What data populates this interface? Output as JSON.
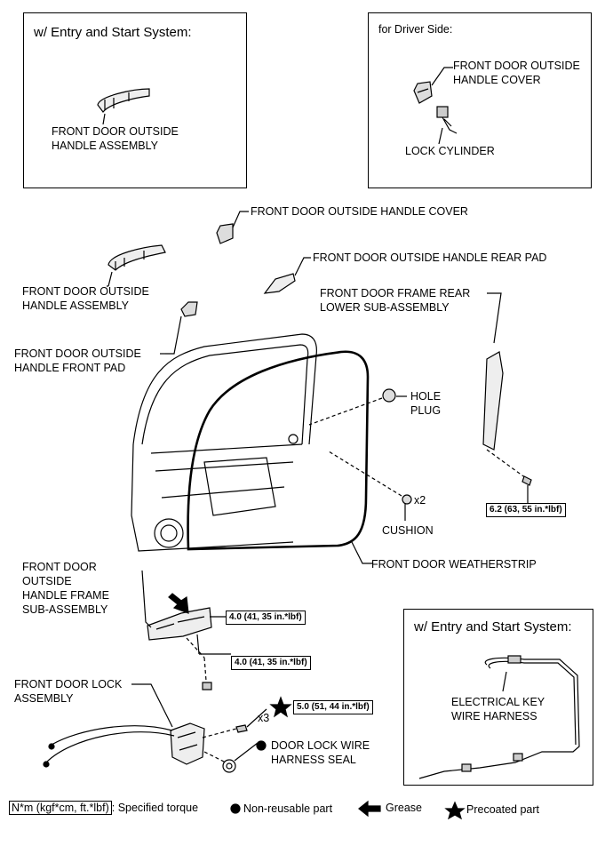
{
  "insets": {
    "entry_start_top": {
      "title": "w/ Entry and Start System:",
      "part": "FRONT DOOR OUTSIDE\nHANDLE ASSEMBLY"
    },
    "driver_side": {
      "title": "for Driver Side:",
      "cover": "FRONT DOOR OUTSIDE\nHANDLE COVER",
      "lock": "LOCK CYLINDER"
    },
    "entry_start_bottom": {
      "title": "w/ Entry and Start System:",
      "part": "ELECTRICAL KEY\nWIRE HARNESS"
    }
  },
  "labels": {
    "handle_cover": "FRONT DOOR OUTSIDE HANDLE COVER",
    "rear_pad": "FRONT DOOR OUTSIDE HANDLE REAR PAD",
    "handle_assembly": "FRONT DOOR OUTSIDE\nHANDLE ASSEMBLY",
    "frame_rear": "FRONT DOOR FRAME REAR\nLOWER SUB-ASSEMBLY",
    "front_pad": "FRONT DOOR OUTSIDE\nHANDLE FRONT PAD",
    "hole_plug": "HOLE\nPLUG",
    "cushion": "CUSHION",
    "cushion_qty": "x2",
    "weatherstrip": "FRONT DOOR WEATHERSTRIP",
    "frame_sub": "FRONT DOOR\nOUTSIDE\nHANDLE FRAME\nSUB-ASSEMBLY",
    "lock_assembly": "FRONT DOOR LOCK\nASSEMBLY",
    "lock_seal": "DOOR LOCK WIRE\nHARNESS SEAL",
    "screw_qty": "x3"
  },
  "torques": {
    "rear_frame": "6.2 (63, 55 in.*lbf)",
    "frame_upper": "4.0 (41, 35 in.*lbf)",
    "frame_lower": "4.0 (41, 35 in.*lbf)",
    "lock_screws": "5.0 (51, 44 in.*lbf)"
  },
  "legend": {
    "torque_box": "N*m (kgf*cm, ft.*lbf)",
    "torque_text": ": Specified torque",
    "non_reusable": "Non-reusable part",
    "grease": "Grease",
    "precoated": "Precoated part"
  }
}
